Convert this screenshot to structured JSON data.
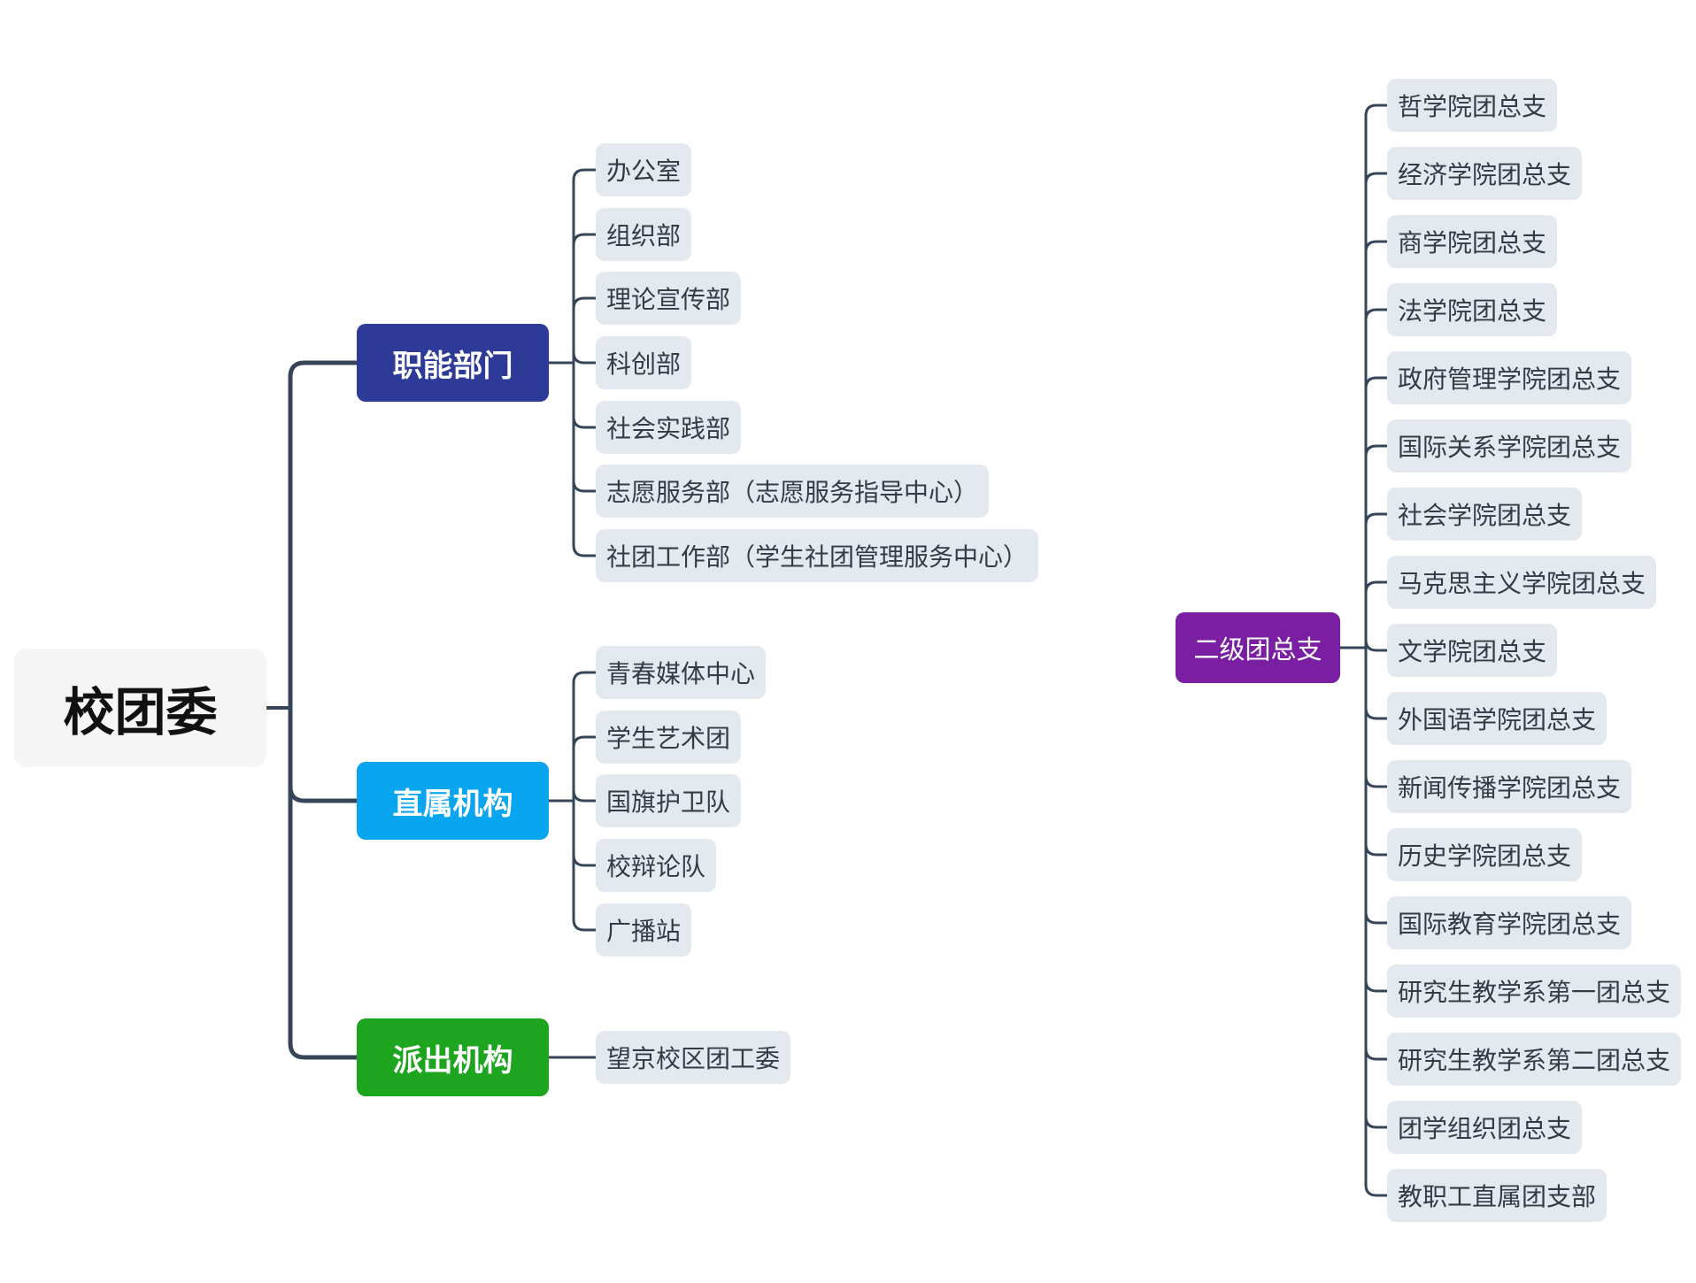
{
  "root": {
    "label": "校团委"
  },
  "branches": [
    {
      "label": "职能部门",
      "color": "#2e3a97",
      "children": [
        "办公室",
        "组织部",
        "理论宣传部",
        "科创部",
        "社会实践部",
        "志愿服务部（志愿服务指导中心）",
        "社团工作部（学生社团管理服务中心）"
      ]
    },
    {
      "label": "直属机构",
      "color": "#0aa5ef",
      "children": [
        "青春媒体中心",
        "学生艺术团",
        "国旗护卫队",
        "校辩论队",
        "广播站"
      ]
    },
    {
      "label": "派出机构",
      "color": "#1da51f",
      "children": [
        "望京校区团工委"
      ]
    }
  ],
  "secondary": {
    "label": "二级团总支",
    "color": "#7a1fa2",
    "children": [
      "哲学院团总支",
      "经济学院团总支",
      "商学院团总支",
      "法学院团总支",
      "政府管理学院团总支",
      "国际关系学院团总支",
      "社会学院团总支",
      "马克思主义学院团总支",
      "文学院团总支",
      "外国语学院团总支",
      "新闻传播学院团总支",
      "历史学院团总支",
      "国际教育学院团总支",
      "研究生教学系第一团总支",
      "研究生教学系第二团总支",
      "团学组织团总支",
      "教职工直属团支部"
    ]
  },
  "connector_color": "#374558"
}
